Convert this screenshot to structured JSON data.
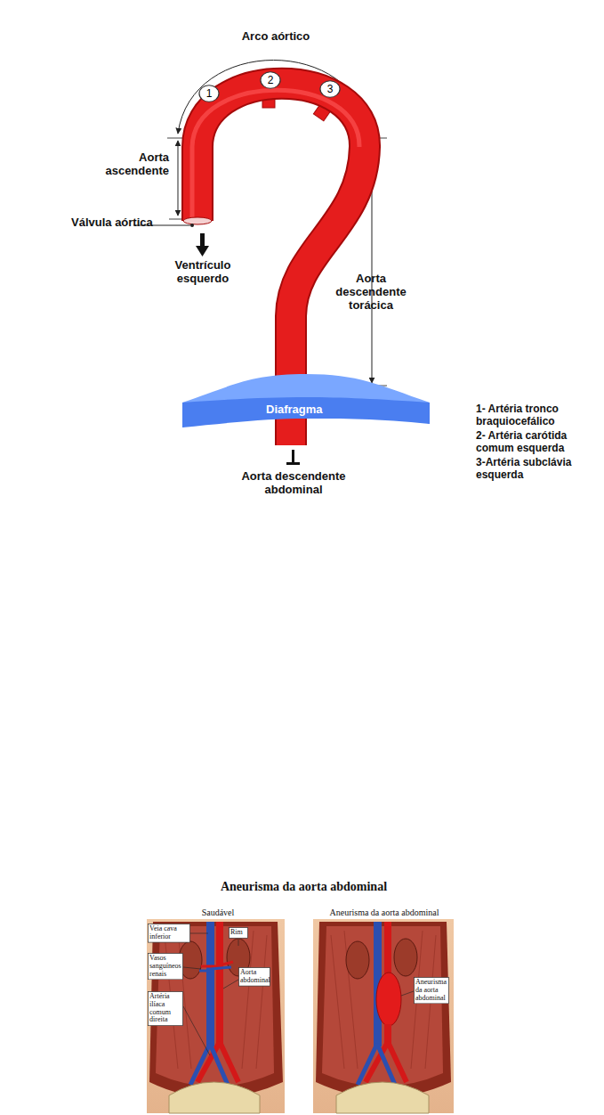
{
  "diagram": {
    "nodes": [
      {
        "text": [
          "1"
        ]
      },
      {
        "text": [
          "2"
        ]
      },
      {
        "text": [
          "3"
        ]
      },
      {
        "text": [
          "Diafragma"
        ]
      },
      {
        "text": [
          "Veia cava inferior"
        ]
      },
      {
        "text": [
          "Vasos sanguíneos renais"
        ]
      },
      {
        "text": [
          "Artéria ilíaca comum direita"
        ]
      },
      {
        "text": [
          "Rim"
        ]
      },
      {
        "text": [
          "Aorta abdominal"
        ]
      },
      {
        "text": [
          "Aneurisma da aorta abdominal"
        ]
      }
    ],
    "labels": [
      "Arco aórtico",
      "Aorta ascendente",
      "Válvula aórtica",
      "Ventrículo esquerdo",
      "Aorta descendente torácica",
      "Aorta descendente abdominal",
      "1- Artéria tronco braquiocefálico",
      "2- Artéria carótida comum esquerda",
      "3-Artéria subclávia esquerda",
      "Aneurisma da aorta abdominal",
      "Saudável",
      "Aneurisma da aorta abdominal"
    ]
  }
}
